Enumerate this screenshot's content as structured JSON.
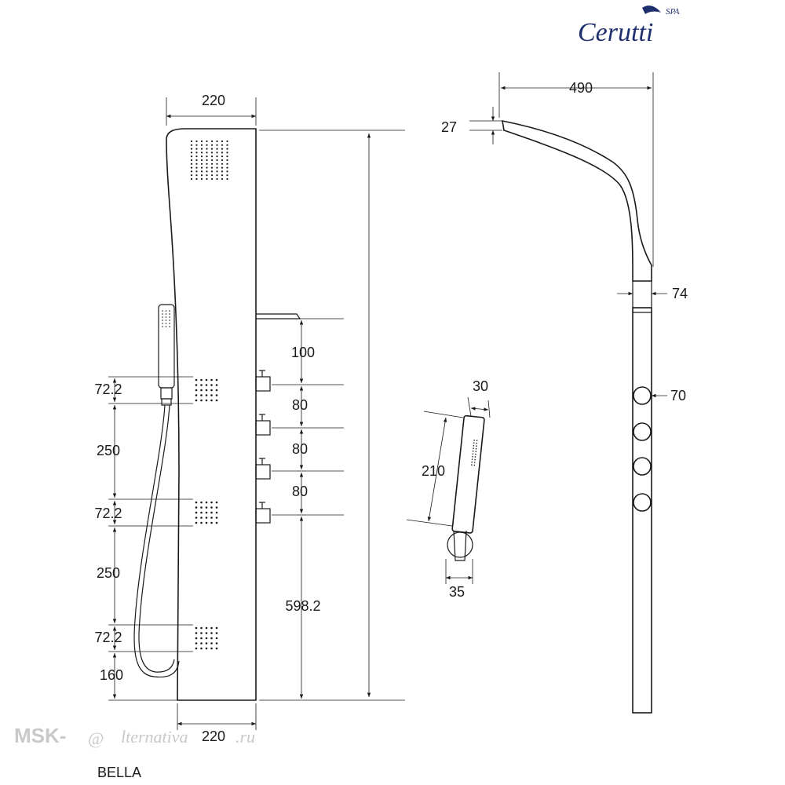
{
  "brand": {
    "name": "Cerutti",
    "sup": "SPA",
    "color": "#1e2f6e"
  },
  "model": "BELLA",
  "watermark": {
    "prefix": "MSK-",
    "at": "@",
    "suffix": "lternativa",
    "domain": ".ru"
  },
  "front_view": {
    "top_width": "220",
    "bottom_width": "220",
    "left_dims": [
      "72.2",
      "250",
      "72.2",
      "250",
      "72.2",
      "160"
    ],
    "right_dims": [
      "100",
      "80",
      "80",
      "80",
      "598.2"
    ]
  },
  "side_view": {
    "reach": "490",
    "head_thickness": "27",
    "width_top": "74",
    "knob_size": "70"
  },
  "hand_shower": {
    "length": "210",
    "width": "30",
    "base": "35"
  }
}
